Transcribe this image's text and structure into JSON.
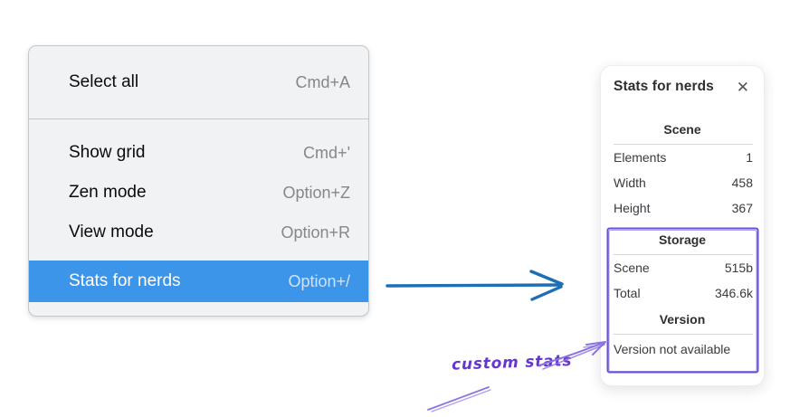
{
  "menu": {
    "background": "#f1f2f4",
    "highlight_color": "#3c95e9",
    "sections": [
      {
        "items": [
          {
            "label": "Select all",
            "shortcut": "Cmd+A",
            "highlighted": false
          }
        ]
      },
      {
        "items": [
          {
            "label": "Show grid",
            "shortcut": "Cmd+'",
            "highlighted": false
          },
          {
            "label": "Zen mode",
            "shortcut": "Option+Z",
            "highlighted": false
          },
          {
            "label": "View mode",
            "shortcut": "Option+R",
            "highlighted": false
          },
          {
            "label": "Stats for nerds",
            "shortcut": "Option+/",
            "highlighted": true
          }
        ]
      }
    ]
  },
  "stats_panel": {
    "title": "Stats for nerds",
    "close_icon": "✕",
    "scene": {
      "heading": "Scene",
      "rows": [
        {
          "label": "Elements",
          "value": "1"
        },
        {
          "label": "Width",
          "value": "458"
        },
        {
          "label": "Height",
          "value": "367"
        }
      ]
    },
    "storage": {
      "heading": "Storage",
      "rows": [
        {
          "label": "Scene",
          "value": "515b"
        },
        {
          "label": "Total",
          "value": "346.6k"
        }
      ]
    },
    "version": {
      "heading": "Version",
      "note": "Version not available"
    }
  },
  "annotations": {
    "label": "custom stats",
    "label_color": "#6537cf",
    "box_color": "#6a4fd8",
    "arrow_color": "#8d72e4",
    "pointer_arrow_color": "#1c6fb7"
  }
}
